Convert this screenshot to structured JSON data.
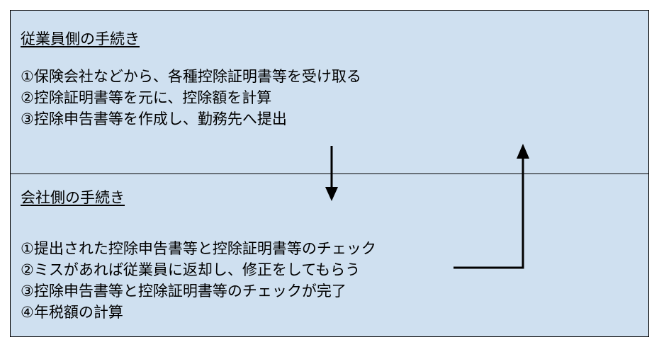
{
  "employee_section": {
    "heading": "従業員側の手続き",
    "steps": [
      "①保険会社などから、各種控除証明書等を受け取る",
      "②控除証明書等を元に、控除額を計算",
      "③控除申告書等を作成し、勤務先へ提出"
    ]
  },
  "company_section": {
    "heading": "会社側の手続き",
    "steps": [
      "①提出された控除申告書等と控除証明書等のチェック",
      "②ミスがあれば従業員に返却し、修正をしてもらう",
      "③控除申告書等と控除証明書等のチェックが完了",
      "④年税額の計算"
    ]
  },
  "colors": {
    "background": "#cfe0f0",
    "border": "#000000",
    "arrow": "#000000"
  }
}
